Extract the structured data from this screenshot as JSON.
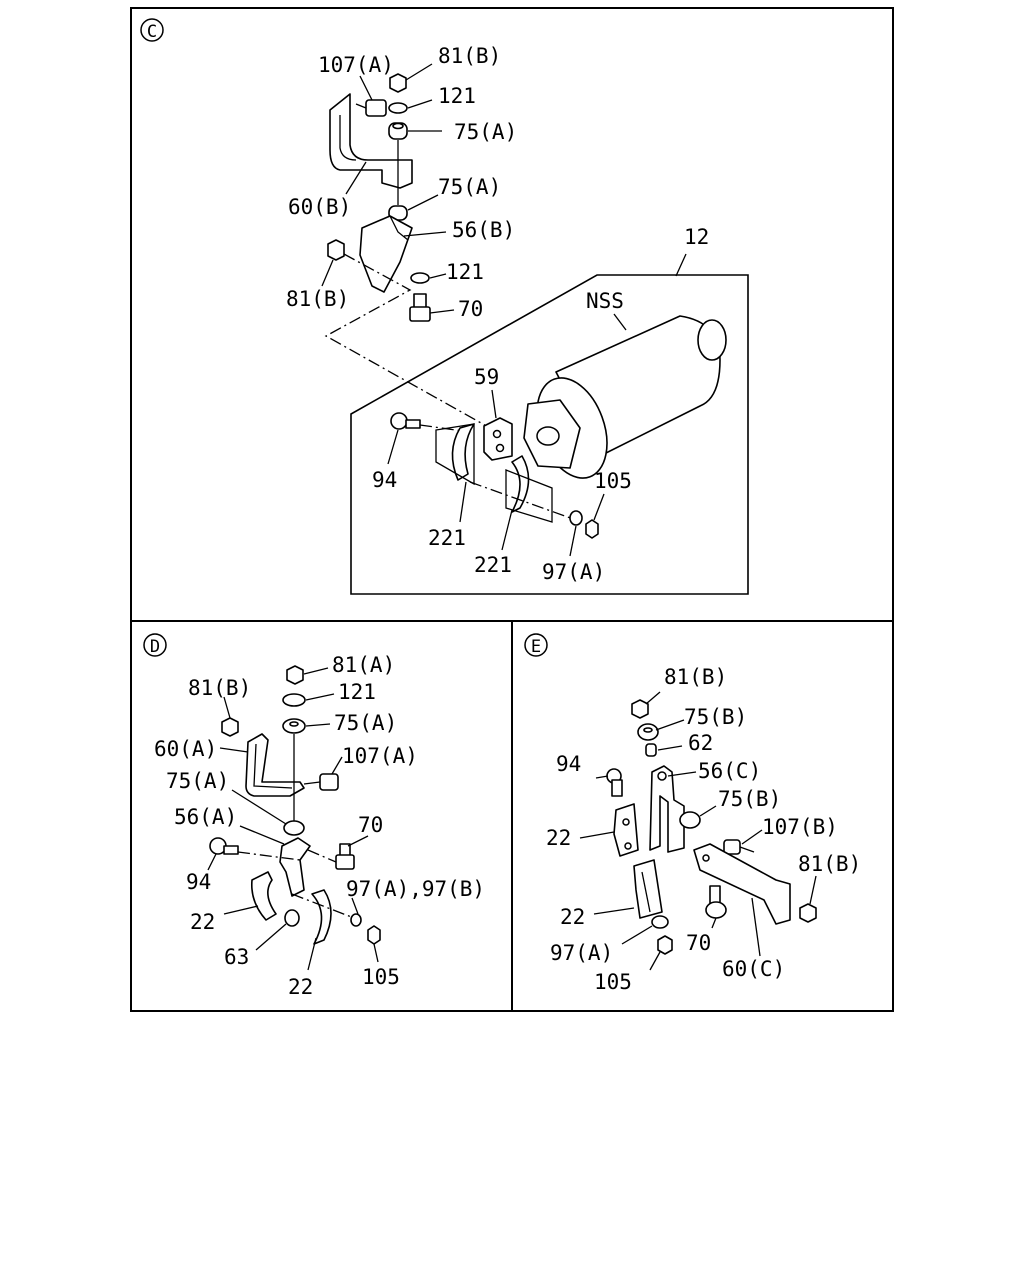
{
  "panels": {
    "c": {
      "marker": "C",
      "labels": {
        "bolt_107a": "107(A)",
        "nut_81b_top": "81(B)",
        "washer_121_top": "121",
        "rubber_75a_top": "75(A)",
        "rubber_75a_mid": "75(A)",
        "bracket_60b": "60(B)",
        "bracket_56b": "56(B)",
        "washer_121_low": "121",
        "nut_81b_low": "81(B)",
        "bolt_70": "70",
        "assembly_12": "12",
        "muffler_nss": "NSS",
        "bracket_59": "59",
        "bolt_94": "94",
        "clamp_221_a": "221",
        "clamp_221_b": "221",
        "nut_105": "105",
        "washer_97a": "97(A)"
      }
    },
    "d": {
      "marker": "D",
      "labels": {
        "nut_81a": "81(A)",
        "nut_81b": "81(B)",
        "washer_121": "121",
        "rubber_75a_top": "75(A)",
        "bracket_60a": "60(A)",
        "bolt_107a": "107(A)",
        "rubber_75a_low": "75(A)",
        "bracket_56a": "56(A)",
        "bolt_70": "70",
        "bolt_94": "94",
        "washer_97": "97(A),97(B)",
        "clamp_22_a": "22",
        "spacer_63": "63",
        "nut_105": "105",
        "clamp_22_b": "22"
      }
    },
    "e": {
      "marker": "E",
      "labels": {
        "nut_81b_top": "81(B)",
        "rubber_75b_top": "75(B)",
        "collar_62": "62",
        "bolt_94": "94",
        "bracket_56c": "56(C)",
        "rubber_75b_mid": "75(B)",
        "bolt_107b": "107(B)",
        "clamp_22_a": "22",
        "nut_81b_right": "81(B)",
        "clamp_22_b": "22",
        "washer_97a": "97(A)",
        "bolt_70": "70",
        "bracket_60c": "60(C)",
        "nut_105": "105"
      }
    }
  }
}
